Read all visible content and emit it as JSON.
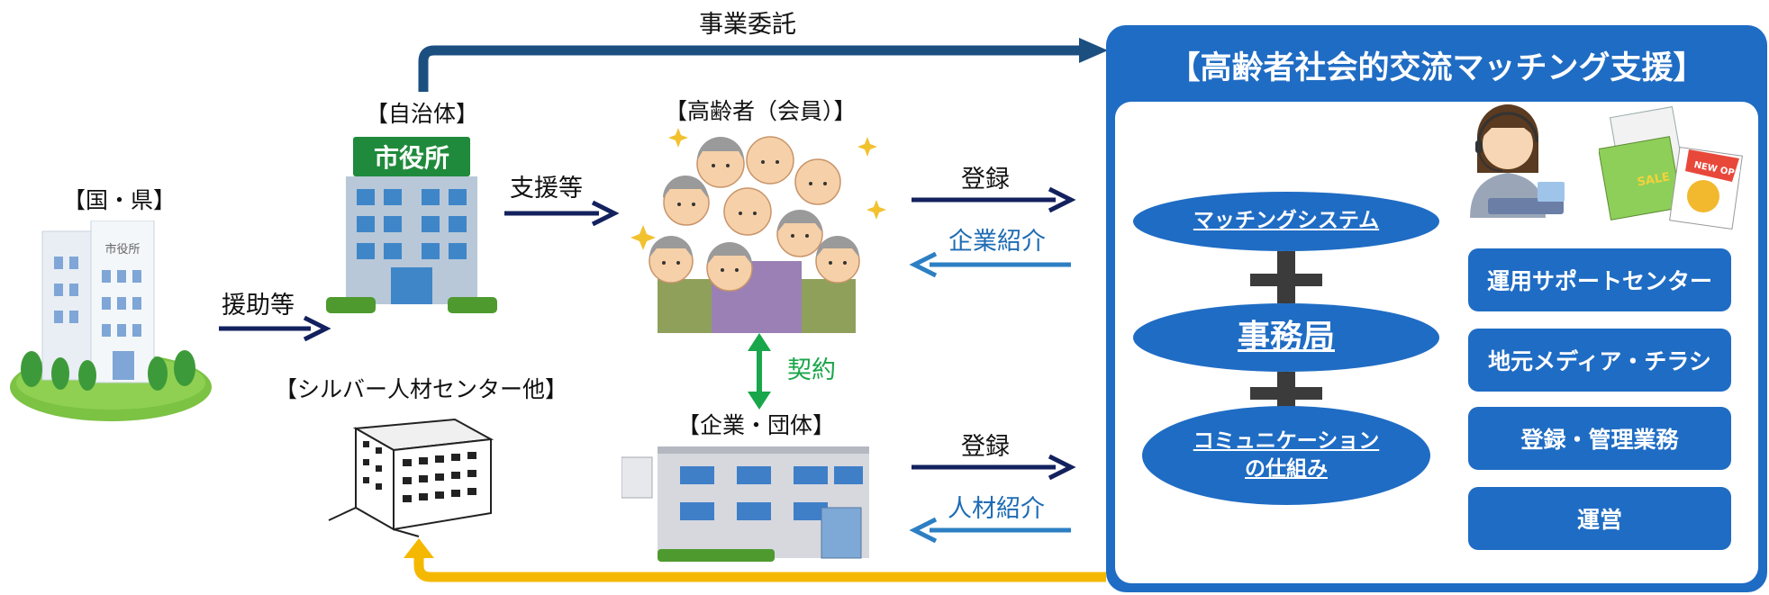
{
  "labels": {
    "outsourcing": "事業委託",
    "municipality": "【自治体】",
    "municipality_sign": "市役所",
    "country_pref": "【国・県】",
    "country_building_sign": "市役所",
    "subsidy": "援助等",
    "support_etc": "支援等",
    "elderly": "【高齢者（会員）】",
    "register_top": "登録",
    "company_intro": "企業紹介",
    "contract": "契約",
    "companies": "【企業・団体】",
    "silver_center": "【シルバー人材センター他】",
    "register_bottom": "登録",
    "staff_intro": "人材紹介"
  },
  "panel": {
    "title": "【高齢者社会的交流マッチング支援】",
    "matching_system": "マッチングシステム",
    "secretariat": "事務局",
    "communication_line1": "コミュニケーション",
    "communication_line2": "の仕組み",
    "services": [
      "運用サポートセンター",
      "地元メディア・チラシ",
      "登録・管理業務",
      "運営"
    ],
    "flyer_sale": "SALE",
    "flyer_new_open": "NEW OPEN"
  },
  "colors": {
    "panel_blue": "#1f6cc4",
    "arrow_navy": "#13215e",
    "arrow_blue": "#2d7fc3",
    "outsourcing_arrow": "#1b4f80",
    "return_arrow": "#f5b800",
    "contract_green": "#1aa64a"
  }
}
